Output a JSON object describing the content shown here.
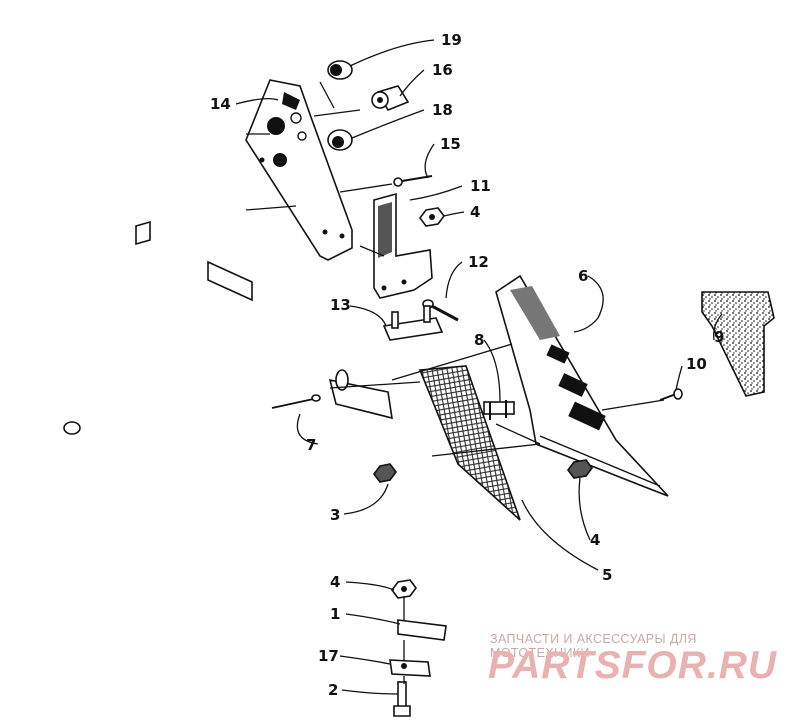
{
  "callouts": {
    "c1": "1",
    "c2": "2",
    "c3": "3",
    "c4a": "4",
    "c4b": "4",
    "c4c": "4",
    "c5": "5",
    "c6": "6",
    "c7": "7",
    "c8": "8",
    "c9": "9",
    "c10": "10",
    "c11": "11",
    "c12": "12",
    "c13": "13",
    "c14": "14",
    "c15": "15",
    "c16": "16",
    "c17": "17",
    "c18": "18",
    "c19": "19"
  },
  "watermark": {
    "subtitle": "ЗАПЧАСТИ И АКСЕССУАРЫ ДЛЯ МОТОТЕХНИКИ",
    "brand": "PARTSFOR.RU"
  },
  "colors": {
    "ink": "#111111",
    "watermark": "#e9b1b1"
  }
}
